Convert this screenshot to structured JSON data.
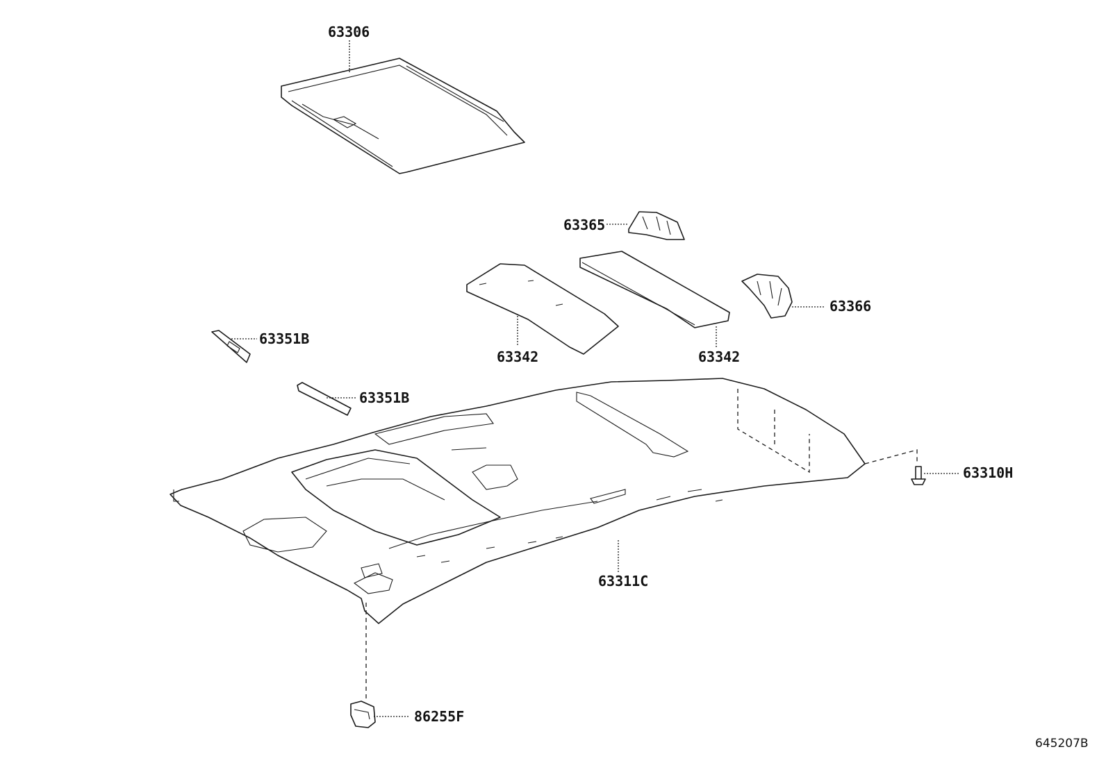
{
  "callouts": {
    "c63306": "63306",
    "c63365": "63365",
    "c63366": "63366",
    "c63342a": "63342",
    "c63342b": "63342",
    "c63351Ba": "63351B",
    "c63351Bb": "63351B",
    "c63310H": "63310H",
    "c63311C": "63311C",
    "c86255F": "86255F"
  },
  "diagram_ref": "645207B"
}
